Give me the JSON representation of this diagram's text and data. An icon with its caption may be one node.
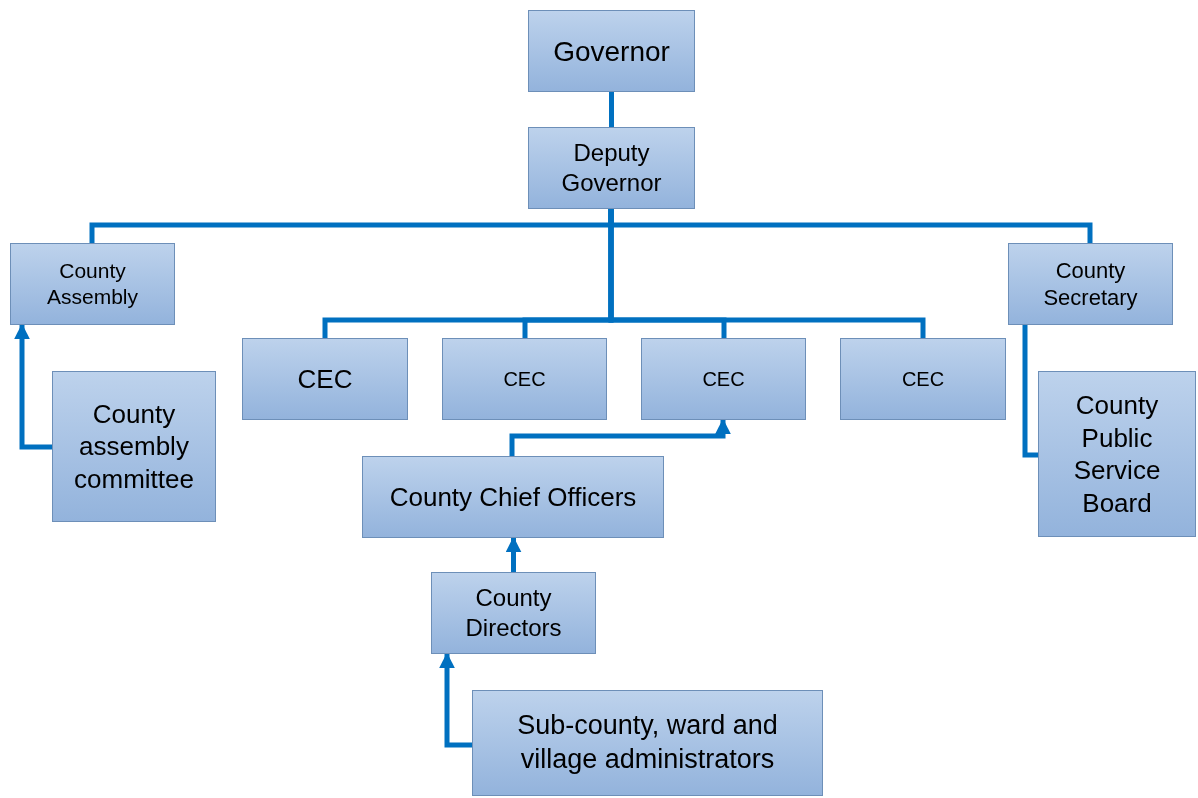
{
  "diagram": {
    "nodes": [
      {
        "text": [
          "Governor"
        ]
      },
      {
        "text": [
          "Deputy Governor"
        ]
      },
      {
        "text": [
          "County Assembly"
        ]
      },
      {
        "text": [
          "County Secretary"
        ]
      },
      {
        "text": [
          "CEC"
        ]
      },
      {
        "text": [
          "CEC"
        ]
      },
      {
        "text": [
          "CEC"
        ]
      },
      {
        "text": [
          "CEC"
        ]
      },
      {
        "text": [
          "County assembly committee"
        ]
      },
      {
        "text": [
          "County Chief Officers"
        ]
      },
      {
        "text": [
          "County Directors"
        ]
      },
      {
        "text": [
          "County Public Service Board"
        ]
      },
      {
        "text": [
          "Sub-county, ward and village administrators"
        ]
      }
    ],
    "edges": [
      {
        "from": 0,
        "to": 1,
        "arrow": "none"
      },
      {
        "from": 1,
        "to": 2,
        "arrow": "none"
      },
      {
        "from": 1,
        "to": 3,
        "arrow": "none"
      },
      {
        "from": 1,
        "to": 4,
        "arrow": "none"
      },
      {
        "from": 1,
        "to": 5,
        "arrow": "none"
      },
      {
        "from": 1,
        "to": 6,
        "arrow": "none"
      },
      {
        "from": 1,
        "to": 7,
        "arrow": "none"
      },
      {
        "from": 8,
        "to": 2,
        "arrow": "to"
      },
      {
        "from": 3,
        "to": 11,
        "arrow": "none"
      },
      {
        "from": 9,
        "to": 6,
        "arrow": "to"
      },
      {
        "from": 10,
        "to": 9,
        "arrow": "to"
      },
      {
        "from": 12,
        "to": 10,
        "arrow": "to"
      }
    ]
  }
}
